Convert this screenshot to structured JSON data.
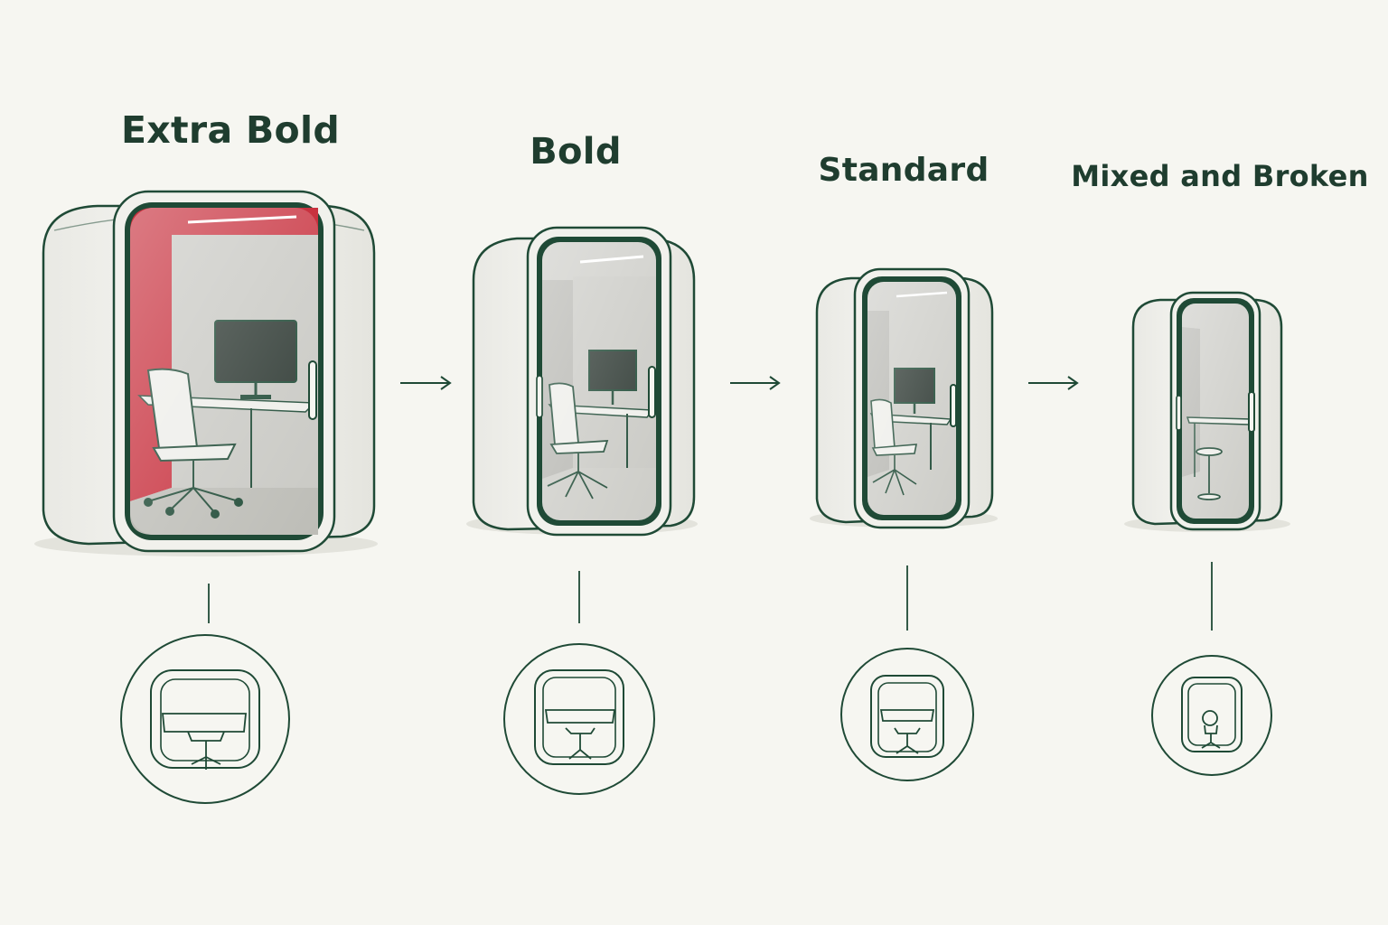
{
  "colors": {
    "line": "#1f4a36",
    "shell": "#f3f3ef",
    "accent": "#c8323f",
    "interior": "#cfcfcb",
    "background": "#f6f6f1"
  },
  "stages": [
    {
      "label": "Extra Bold",
      "accent_interior": true,
      "furniture": "desk-and-office-chair"
    },
    {
      "label": "Bold",
      "accent_interior": false,
      "furniture": "desk-and-office-chair"
    },
    {
      "label": "Standard",
      "accent_interior": false,
      "furniture": "desk-and-office-chair"
    },
    {
      "label": "Mixed and Broken",
      "accent_interior": false,
      "furniture": "high-table-and-stool"
    }
  ],
  "icons": [
    "arrow-right-icon",
    "booth-plan-icon",
    "office-chair-icon",
    "monitor-icon"
  ]
}
